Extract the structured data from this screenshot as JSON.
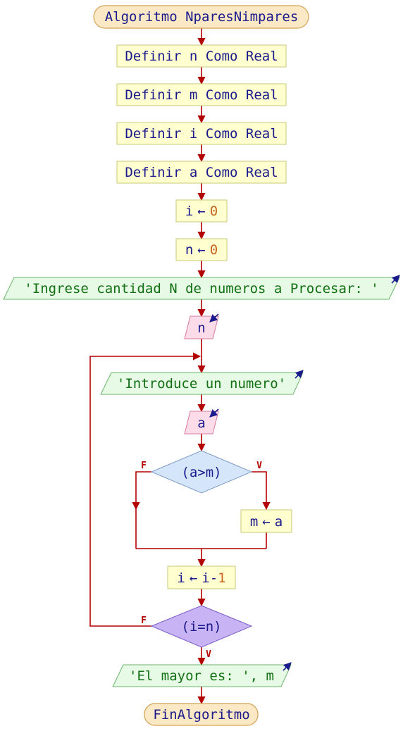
{
  "title": "Algoritmo NparesNimpares",
  "steps": {
    "def_n": "Definir n Como Real",
    "def_m": "Definir m Como Real",
    "def_i": "Definir i Como Real",
    "def_a": "Definir a Como Real",
    "assign_i_var": "i",
    "assign_i_val": "0",
    "assign_n_var": "n",
    "assign_n_val": "0",
    "output_prompt": "'Ingrese cantidad N de numeros a Procesar: '",
    "read_n": "n",
    "output_introduce": "'Introduce un numero'",
    "read_a": "a",
    "decision_max": "(a>m)",
    "decision_max_false": "F",
    "decision_max_true": "V",
    "assign_m_var": "m",
    "assign_m_val": "a",
    "decrement_var": "i",
    "decrement_expr": "i-",
    "decrement_num": "1",
    "decision_loop": "(i=n)",
    "decision_loop_false": "F",
    "decision_loop_true": "V",
    "output_result": "'El mayor es: ', m",
    "end": "FinAlgoritmo"
  },
  "symbols": {
    "assign_arrow": "←"
  },
  "colors": {
    "flow_line": "#b30000",
    "keyword_text": "#1a1a8c",
    "number_text": "#c8641e",
    "string_text": "#117011",
    "terminal_fill": "#fbe8c4",
    "terminal_stroke": "#d4a255",
    "process_fill": "#ffffd0",
    "process_stroke": "#c8c878",
    "output_fill": "#e6fae6",
    "output_stroke": "#6ab46a",
    "input_fill": "#fcdce8",
    "input_stroke": "#d8789a",
    "decision_fill": "#d6e6fa",
    "decision_stroke": "#7d9cc8",
    "loop_fill": "#c8b4f4",
    "loop_stroke": "#7a5cc8"
  }
}
